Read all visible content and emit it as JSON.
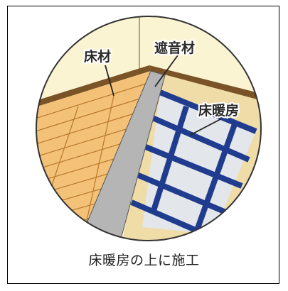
{
  "labels": {
    "floor_material": "床材",
    "sound_insulation": "遮音材",
    "floor_heating": "床暖房"
  },
  "caption": "床暖房の上に施工",
  "colors": {
    "wall": "#fbf4d2",
    "floorboard": "#f3c278",
    "floor_line": "#b8782d",
    "baseboard": "#7a5326",
    "sound_insulation": "#b5b5b5",
    "heating_pipe": "#203c8e",
    "heating_panel": "#e3e6ea",
    "subfloor": "#efdca6"
  }
}
